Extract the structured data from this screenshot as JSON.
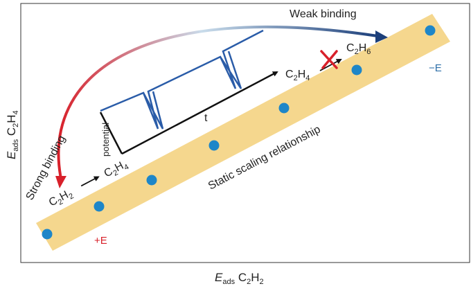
{
  "axes": {
    "x_label": {
      "main": "E",
      "sub1": "ads",
      "mid": " C",
      "sub2": "2",
      "mid2": "H",
      "sub3": "2"
    },
    "y_label": {
      "main": "E",
      "sub1": "ads",
      "mid": " C",
      "sub2": "2",
      "mid2": "H",
      "sub3": "4"
    }
  },
  "band": {
    "label": "Static scaling relationship"
  },
  "arrows": {
    "weak": "Weak binding",
    "strong": "Strong binding"
  },
  "pulse_plot": {
    "x_label": "t",
    "y_label": "potential"
  },
  "reaction_left": {
    "reactant": {
      "a": "C",
      "a_sub": "2",
      "b": "H",
      "b_sub": "2"
    },
    "product": {
      "a": "C",
      "a_sub": "2",
      "b": "H",
      "b_sub": "4"
    }
  },
  "reaction_right": {
    "reactant": {
      "a": "C",
      "a_sub": "2",
      "b": "H",
      "b_sub": "4"
    },
    "product": {
      "a": "C",
      "a_sub": "2",
      "b": "H",
      "b_sub": "6"
    }
  },
  "band_ends": {
    "left": "+E",
    "right": "−E"
  },
  "colors": {
    "band": "#F5D78E",
    "dot": "#1E86C8",
    "pulse": "#2A5CA8",
    "strong": "#D8202A",
    "weak": "#1C3F7A",
    "plus_e": "#D8202A",
    "minus_e": "#2E6FA8"
  }
}
